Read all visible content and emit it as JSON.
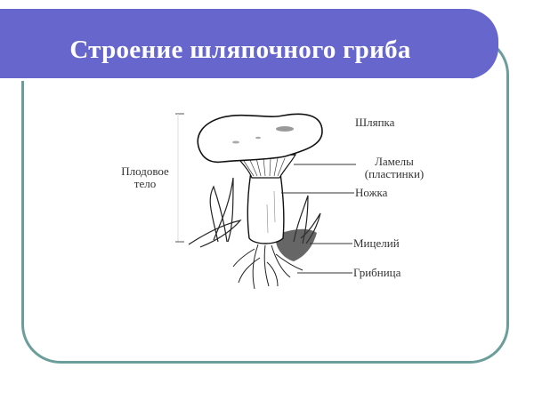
{
  "slide": {
    "title": "Строение шляпочного гриба",
    "colors": {
      "banner": "#6666cc",
      "frame": "#6b9e9b",
      "title_text": "#ffffff",
      "label_text": "#333333"
    }
  },
  "diagram": {
    "subject": "mushroom-illustration",
    "left_label": {
      "line1": "Плодовое",
      "line2": "тело"
    },
    "right_labels": [
      {
        "id": "cap",
        "text": "Шляпка"
      },
      {
        "id": "gills",
        "line1": "Ламелы",
        "line2": "(пластинки)"
      },
      {
        "id": "stem",
        "text": "Ножка"
      },
      {
        "id": "mycelium",
        "text": "Мицелий"
      },
      {
        "id": "hyphae",
        "text": "Грибница"
      }
    ]
  }
}
